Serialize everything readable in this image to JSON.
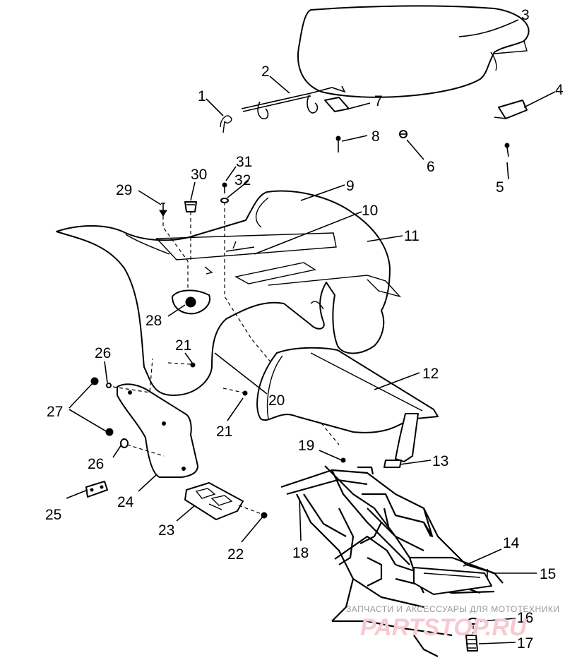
{
  "diagram": {
    "callouts": [
      {
        "id": "1",
        "label": "1"
      },
      {
        "id": "2",
        "label": "2"
      },
      {
        "id": "3",
        "label": "3"
      },
      {
        "id": "4",
        "label": "4"
      },
      {
        "id": "5",
        "label": "5"
      },
      {
        "id": "6",
        "label": "6"
      },
      {
        "id": "7",
        "label": "7"
      },
      {
        "id": "8",
        "label": "8"
      },
      {
        "id": "9",
        "label": "9"
      },
      {
        "id": "10",
        "label": "10"
      },
      {
        "id": "11",
        "label": "11"
      },
      {
        "id": "12",
        "label": "12"
      },
      {
        "id": "13",
        "label": "13"
      },
      {
        "id": "14",
        "label": "14"
      },
      {
        "id": "15",
        "label": "15"
      },
      {
        "id": "16",
        "label": "16"
      },
      {
        "id": "17",
        "label": "17"
      },
      {
        "id": "18",
        "label": "18"
      },
      {
        "id": "19",
        "label": "19"
      },
      {
        "id": "20",
        "label": "20"
      },
      {
        "id": "21a",
        "label": "21"
      },
      {
        "id": "21b",
        "label": "21"
      },
      {
        "id": "22",
        "label": "22"
      },
      {
        "id": "23",
        "label": "23"
      },
      {
        "id": "24",
        "label": "24"
      },
      {
        "id": "25",
        "label": "25"
      },
      {
        "id": "26a",
        "label": "26"
      },
      {
        "id": "26b",
        "label": "26"
      },
      {
        "id": "27",
        "label": "27"
      },
      {
        "id": "28",
        "label": "28"
      },
      {
        "id": "29",
        "label": "29"
      },
      {
        "id": "30",
        "label": "30"
      },
      {
        "id": "31",
        "label": "31"
      },
      {
        "id": "32",
        "label": "32"
      }
    ]
  },
  "watermark": {
    "caption": "ЗАПЧАСТИ И АКСЕССУАРЫ ДЛЯ МОТОТЕХНИКИ",
    "brand": "PARTSTOP.RU"
  }
}
